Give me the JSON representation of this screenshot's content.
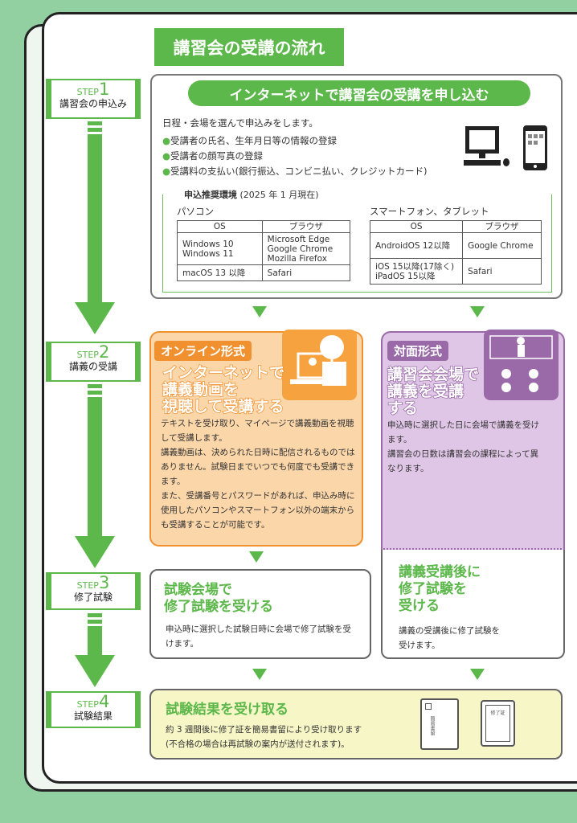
{
  "title": "講習会の受講の流れ",
  "steps": [
    {
      "prefix": "STEP",
      "num": "1",
      "label": "講習会の申込み"
    },
    {
      "prefix": "STEP",
      "num": "2",
      "label": "講義の受講"
    },
    {
      "prefix": "STEP",
      "num": "3",
      "label": "修了試験"
    },
    {
      "prefix": "STEP",
      "num": "4",
      "label": "試験結果"
    }
  ],
  "step1": {
    "heading": "インターネットで講習会の受講を申し込む",
    "intro": "日程・会場を選んで申込みをします。",
    "bullets": [
      "受講者の氏名、生年月日等の情報の登録",
      "受講者の顔写真の登録",
      "受講料の支払い(銀行振込、コンビニ払い、クレジットカード)"
    ],
    "env_title": "申込推奨環境",
    "env_date": "(2025 年 1 月現在)",
    "pc": {
      "label": "パソコン",
      "headers": [
        "OS",
        "ブラウザ"
      ],
      "rows": [
        {
          "os": "Windows 10\nWindows 11",
          "browser": "Microsoft Edge\nGoogle Chrome\nMozilla Firefox"
        },
        {
          "os": "macOS 13 以降",
          "browser": "Safari"
        }
      ]
    },
    "mobile": {
      "label": "スマートフォン、タブレット",
      "headers": [
        "OS",
        "ブラウザ"
      ],
      "rows": [
        {
          "os": "AndroidOS 12以降",
          "browser": "Google Chrome"
        },
        {
          "os": "iOS 15以降(17除く)\niPadOS 15以降",
          "browser": "Safari"
        }
      ]
    }
  },
  "online": {
    "badge": "オンライン形式",
    "headline": "インターネットで\n講義動画を\n視聴して受講する",
    "body": "テキストを受け取り、マイページで講義動画を視聴して受講します。\n講義動画は、決められた日時に配信されるものではありません。試験日までいつでも何度でも受講できます。\nまた、受講番号とパスワードがあれば、申込み時に使用したパソコンやスマートフォン以外の端末からも受講することが可能です。"
  },
  "inperson": {
    "badge": "対面形式",
    "headline": "講習会会場で\n講義を受講\nする",
    "body": "申込時に選択した日に会場で講義を受けます。\n講習会の日数は講習会の課程によって異なります。"
  },
  "exam_venue": {
    "headline": "試験会場で\n修了試験を受ける",
    "body": "申込時に選択した試験日時に会場で修了試験を受けます。"
  },
  "exam_after": {
    "headline": "講義受講後に\n修了試験を\n受ける",
    "body": "講義の受講後に修了試験を\n受けます。"
  },
  "result": {
    "headline": "試験結果を受け取る",
    "body": "約 3 週間後に修了証を簡易書留により受け取ります\n(不合格の場合は再試験の案内が送付されます)。",
    "envelope_text": "簡易書留",
    "cert_text": "修了証"
  },
  "colors": {
    "green": "#5cb84a",
    "orange": "#f0902e",
    "purple": "#9a6aa8",
    "yellow": "#f7f6c6"
  }
}
